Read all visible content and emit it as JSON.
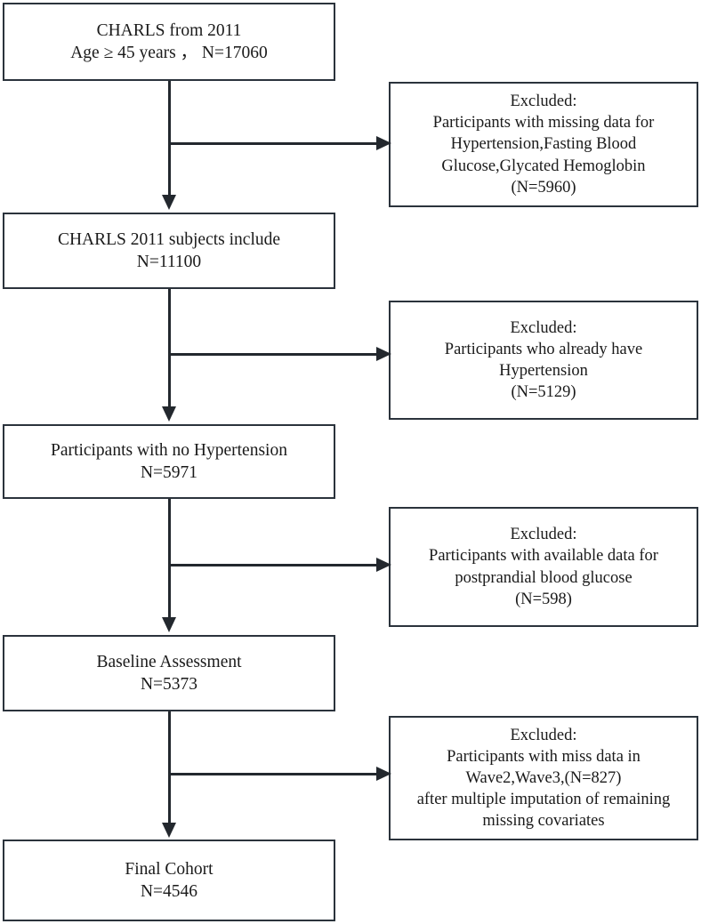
{
  "diagram": {
    "title": "CHARLS participant selection flow diagram",
    "type": "flowchart",
    "colors": {
      "box_border": "#2b333c",
      "connector": "#23282e",
      "background": "#ffffff",
      "text": "#1a1a1a"
    },
    "main_nodes": [
      {
        "id": "source-population",
        "lines": [
          "CHARLS from 2011",
          "Age ≥ 45 years ， N=17060"
        ]
      },
      {
        "id": "charls-2011-subjects",
        "lines": [
          "CHARLS 2011 subjects include",
          "N=11100"
        ]
      },
      {
        "id": "no-hypertension",
        "lines": [
          "Participants with no Hypertension",
          "N=5971"
        ]
      },
      {
        "id": "baseline-assessment",
        "lines": [
          "Baseline Assessment",
          "N=5373"
        ]
      },
      {
        "id": "final-cohort",
        "lines": [
          "Final Cohort",
          "N=4546"
        ]
      }
    ],
    "exclusion_nodes": [
      {
        "id": "excluded-missing-data",
        "lines": [
          "Excluded:",
          "Participants with missing data for",
          "Hypertension,Fasting Blood",
          "Glucose,Glycated Hemoglobin",
          "(N=5960)"
        ]
      },
      {
        "id": "excluded-existing-hypertension",
        "lines": [
          "Excluded:",
          "Participants who already have",
          "Hypertension",
          "(N=5129)"
        ]
      },
      {
        "id": "excluded-postprandial-glucose",
        "lines": [
          "Excluded:",
          "Participants with available data for",
          "postprandial blood glucose",
          "(N=598)"
        ]
      },
      {
        "id": "excluded-missing-waves",
        "lines": [
          "Excluded:",
          "Participants with miss data in",
          "Wave2,Wave3,(N=827)",
          "after multiple imputation of remaining",
          "missing covariates"
        ]
      }
    ]
  }
}
